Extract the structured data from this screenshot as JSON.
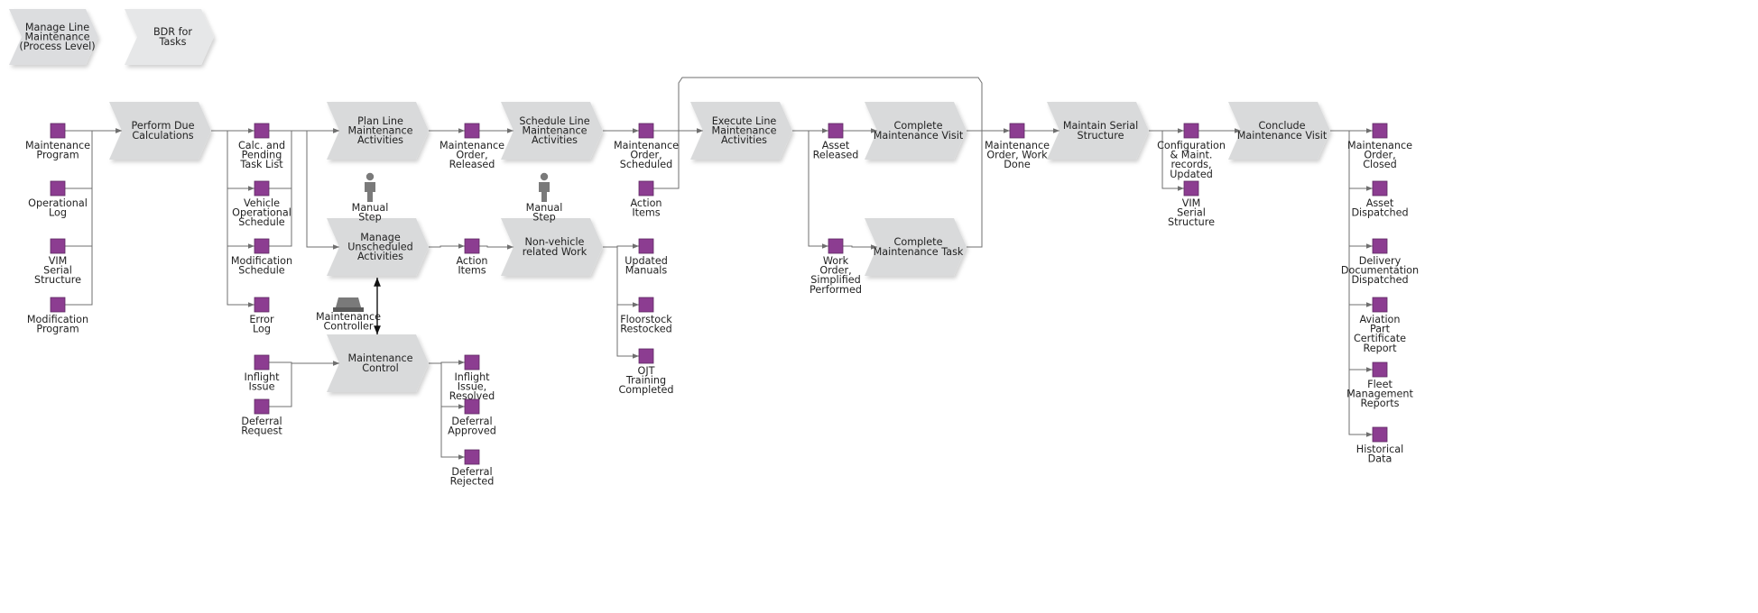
{
  "header": [
    {
      "id": "h1",
      "label": "Manage Line\nMaintenance\n(Process Level)"
    },
    {
      "id": "h2",
      "label": "BDR for\nTasks"
    }
  ],
  "processes": [
    {
      "id": "p_perform",
      "label": "Perform Due\nCalculations"
    },
    {
      "id": "p_plan",
      "label": "Plan Line\nMaintenance\nActivities"
    },
    {
      "id": "p_sched",
      "label": "Schedule Line\nMaintenance\nActivities"
    },
    {
      "id": "p_exec",
      "label": "Execute Line\nMaintenance\nActivities"
    },
    {
      "id": "p_cvisit",
      "label": "Complete\nMaintenance Visit"
    },
    {
      "id": "p_serial",
      "label": "Maintain Serial\nStructure"
    },
    {
      "id": "p_conclude",
      "label": "Conclude\nMaintenance Visit"
    },
    {
      "id": "p_unsched",
      "label": "Manage\nUnscheduled\nActivities"
    },
    {
      "id": "p_nonveh",
      "label": "Non-vehicle\nrelated Work"
    },
    {
      "id": "p_ctask",
      "label": "Complete\nMaintenance Task"
    },
    {
      "id": "p_control",
      "label": "Maintenance\nControl"
    }
  ],
  "data_objects": [
    {
      "id": "d_mprog",
      "label": "Maintenance\nProgram"
    },
    {
      "id": "d_oplog",
      "label": "Operational\nLog"
    },
    {
      "id": "d_vim1",
      "label": "VIM\nSerial\nStructure"
    },
    {
      "id": "d_modprog",
      "label": "Modification\nProgram"
    },
    {
      "id": "d_calc",
      "label": "Calc. and\nPending\nTask List"
    },
    {
      "id": "d_vos",
      "label": "Vehicle\nOperational\nSchedule"
    },
    {
      "id": "d_modsch",
      "label": "Modification\nSchedule"
    },
    {
      "id": "d_err",
      "label": "Error\nLog"
    },
    {
      "id": "d_mor",
      "label": "Maintenance\nOrder,\nReleased"
    },
    {
      "id": "d_ai1",
      "label": "Action\nItems"
    },
    {
      "id": "d_mos",
      "label": "Maintenance\nOrder,\nScheduled"
    },
    {
      "id": "d_ai2",
      "label": "Action\nItems"
    },
    {
      "id": "d_asset",
      "label": "Asset\nReleased"
    },
    {
      "id": "d_wo",
      "label": "Work\nOrder,\nSimplified\nPerformed"
    },
    {
      "id": "d_mowd",
      "label": "Maintenance\nOrder, Work\nDone"
    },
    {
      "id": "d_config",
      "label": "Configuration\n& Maint.\nrecords,\nUpdated"
    },
    {
      "id": "d_vim2",
      "label": "VIM\nSerial\nStructure"
    },
    {
      "id": "d_updman",
      "label": "Updated\nManuals"
    },
    {
      "id": "d_floor",
      "label": "Floorstock\nRestocked"
    },
    {
      "id": "d_ojt",
      "label": "OJT\nTraining\nCompleted"
    },
    {
      "id": "d_inflight",
      "label": "Inflight\nIssue"
    },
    {
      "id": "d_deferral",
      "label": "Deferral\nRequest"
    },
    {
      "id": "d_infres",
      "label": "Inflight\nIssue,\nResolved"
    },
    {
      "id": "d_defapp",
      "label": "Deferral\nApproved"
    },
    {
      "id": "d_defrej",
      "label": "Deferral\nRejected"
    },
    {
      "id": "d_moc",
      "label": "Maintenance\nOrder,\nClosed"
    },
    {
      "id": "d_adisp",
      "label": "Asset\nDispatched"
    },
    {
      "id": "d_deldoc",
      "label": "Delivery\nDocumentation\nDispatched"
    },
    {
      "id": "d_apcr",
      "label": "Aviation\nPart\nCertificate\nReport"
    },
    {
      "id": "d_fleet",
      "label": "Fleet\nManagement\nReports"
    },
    {
      "id": "d_hist",
      "label": "Historical\nData"
    }
  ],
  "roles": [
    {
      "id": "r1",
      "label": "Manual\nStep"
    },
    {
      "id": "r2",
      "label": "Manual\nStep"
    },
    {
      "id": "r3",
      "label": "Maintenance\nController"
    }
  ],
  "colors": {
    "process_fill": "#d9dadb",
    "header_fill": "#e6e7e8",
    "data_fill": "#8c3d91",
    "data_stroke": "#5e2a63",
    "connector": "#6f6f6f",
    "role_icon": "#7a7a7a"
  }
}
